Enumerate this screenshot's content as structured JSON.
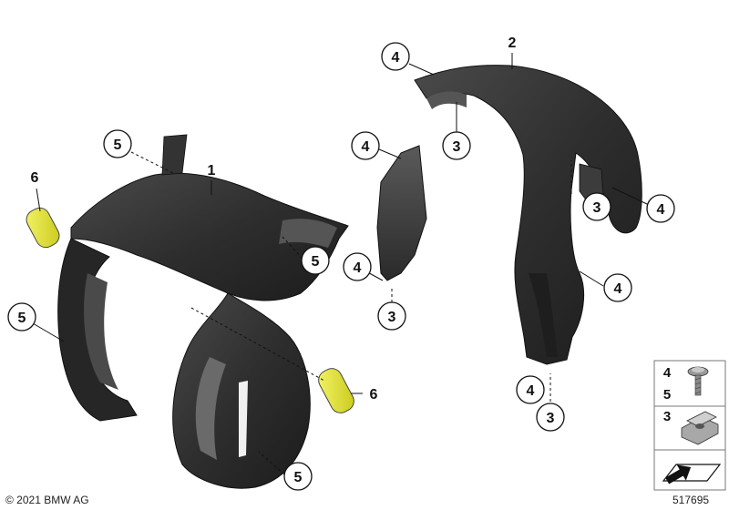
{
  "callouts": {
    "c2": "2",
    "c4a": "4",
    "c4b": "4",
    "c3a": "3",
    "c3b": "3",
    "c4c": "4",
    "c4d": "4",
    "c3c": "3",
    "c4e": "4",
    "c3d": "3",
    "c1": "1",
    "c5a": "5",
    "c6a": "6",
    "c5b": "5",
    "c5c": "5",
    "c6b": "6",
    "c5d": "5"
  },
  "legend": {
    "row1_top": "4",
    "row1_bottom": "5",
    "row2": "3"
  },
  "footer": {
    "copyright": "© 2021 BMW AG",
    "diagram_id": "517695"
  },
  "colors": {
    "part_dark": "#2b2b2b",
    "part_mid": "#3d3d3d",
    "part_light": "#5a5a5a",
    "foam_pad": "#e8e83a",
    "line": "#111111",
    "legend_border": "#777777"
  }
}
